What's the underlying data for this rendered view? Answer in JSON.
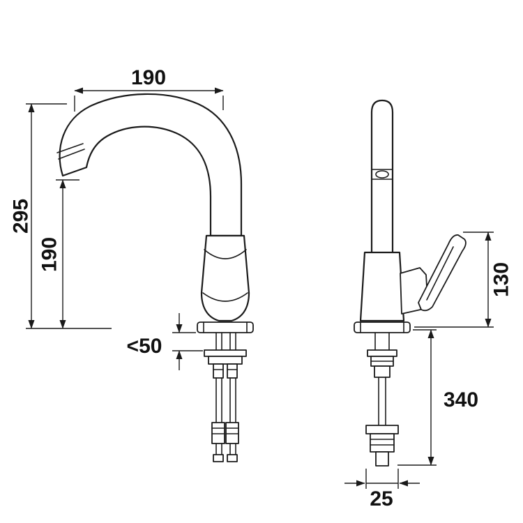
{
  "drawing": {
    "subject": "kitchen-faucet-dimension-drawing",
    "views": {
      "left": "side-view-gooseneck-spout",
      "right": "front-view-with-handle"
    },
    "colors": {
      "line": "#1a1a1a",
      "background": "#ffffff"
    },
    "dims": {
      "spout_reach": "190",
      "overall_height": "295",
      "spout_outlet_height": "190",
      "max_deck_thickness": "<50",
      "handle_height": "130",
      "hose_length": "340",
      "connector_width": "25"
    }
  }
}
